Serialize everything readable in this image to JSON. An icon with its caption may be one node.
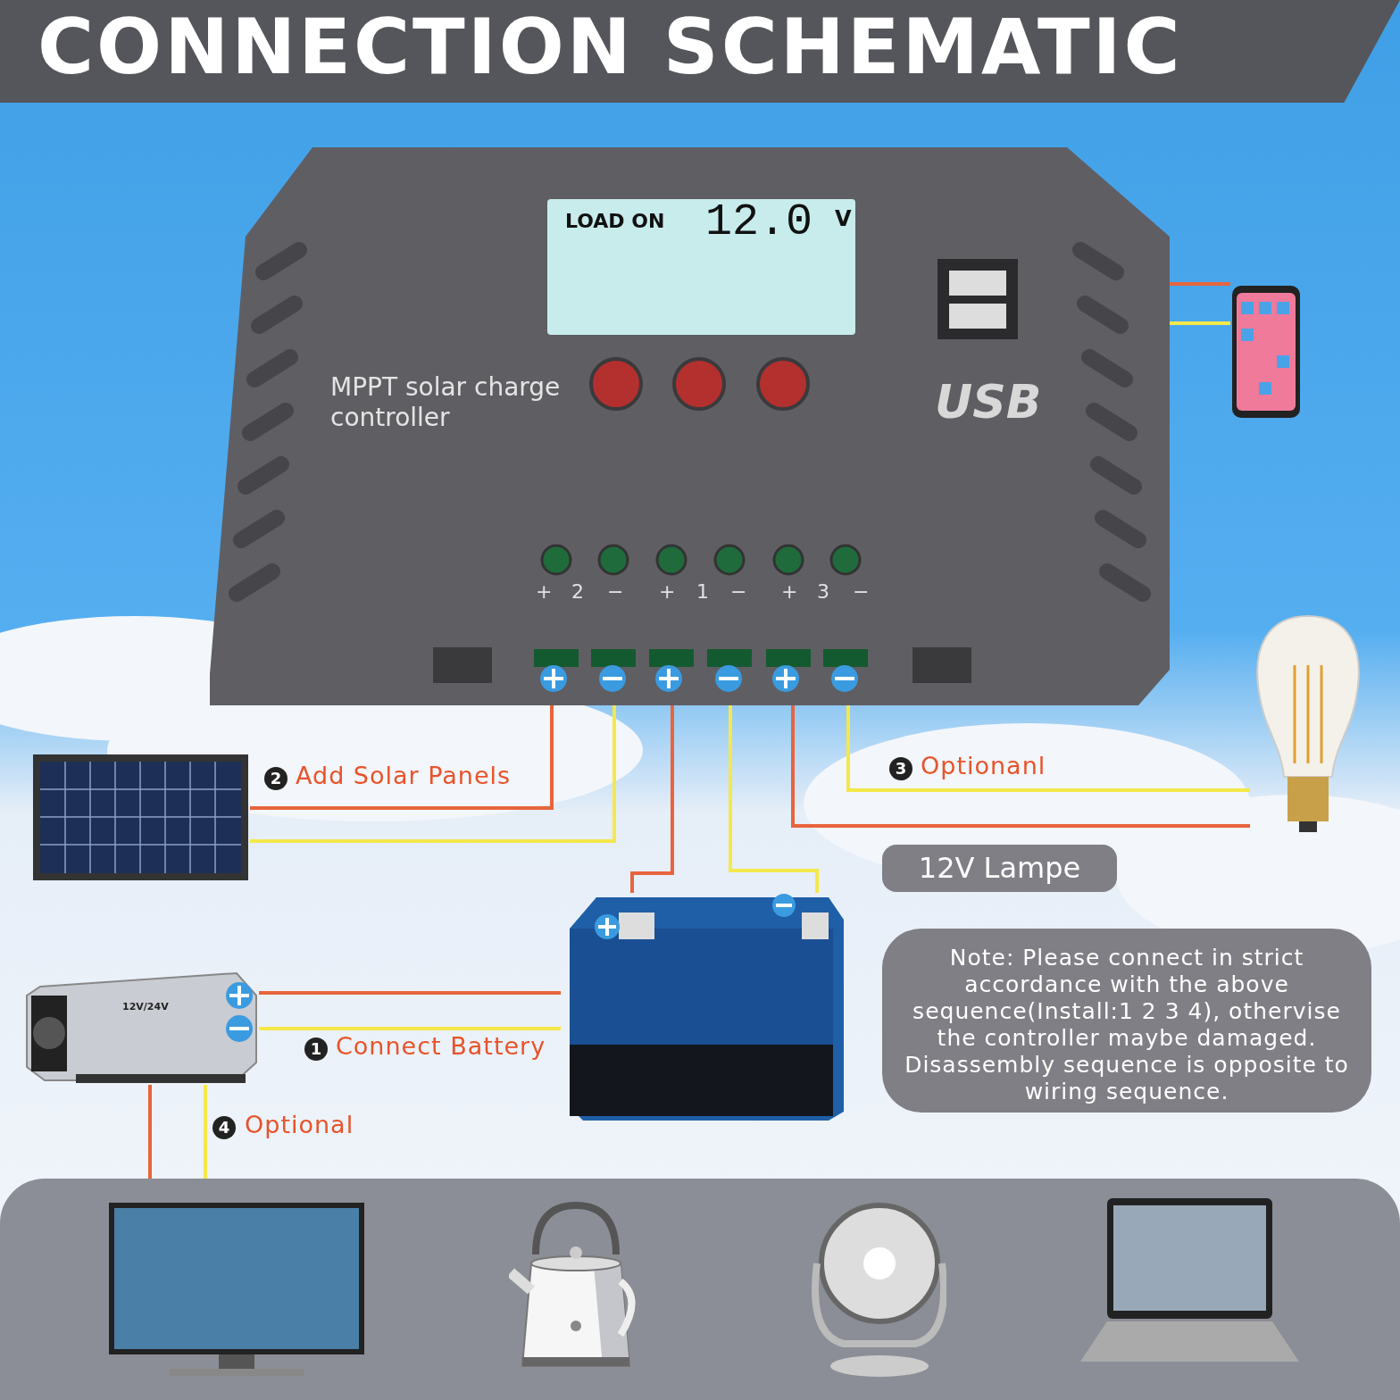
{
  "diagram": {
    "title": "CONNECTION SCHEMATIC",
    "nodes": [
      {
        "text": [
          "LOAD ON",
          "12.0",
          "V",
          "MPPT solar charge controller",
          "USB"
        ]
      },
      {
        "text": [],
        "shape": "picture"
      },
      {
        "text": [],
        "shape": "picture"
      },
      {
        "text": [],
        "shape": "picture"
      },
      {
        "text": [
          "12V Lampe"
        ]
      },
      {
        "text": [],
        "shape": "picture"
      },
      {
        "text": [
          "12V/24V"
        ]
      },
      {
        "text": [
          "Note: Please connect in strict accordance with the above sequence(Install:1 2 3 4), othervise the controller maybe damaged. Disassembly sequence is opposite to wiring sequence."
        ]
      },
      {
        "text": [],
        "shape": "box"
      },
      {
        "text": [],
        "shape": "picture",
        "in": 8
      },
      {
        "text": [],
        "shape": "picture",
        "in": 8
      },
      {
        "text": [],
        "shape": "picture",
        "in": 8
      },
      {
        "text": [],
        "shape": "picture",
        "in": 8
      }
    ],
    "edges": [
      {
        "from": 0,
        "to": 1,
        "arrow": "none",
        "color": "#e8643c"
      },
      {
        "from": 0,
        "to": 1,
        "arrow": "none",
        "color": "#f5e84a"
      },
      {
        "from": 0,
        "to": 3,
        "arrow": "none",
        "color": "#e8643c"
      },
      {
        "from": 0,
        "to": 3,
        "arrow": "none",
        "color": "#f5e84a"
      },
      {
        "from": 0,
        "to": 5,
        "arrow": "none",
        "color": "#e8643c"
      },
      {
        "from": 0,
        "to": 5,
        "arrow": "none",
        "color": "#f5e84a"
      },
      {
        "from": 0,
        "to": 2,
        "arrow": "none",
        "color": "#e8643c"
      },
      {
        "from": 0,
        "to": 2,
        "arrow": "none",
        "color": "#f5e84a"
      },
      {
        "from": 5,
        "to": 6,
        "arrow": "none",
        "color": "#e8643c"
      },
      {
        "from": 5,
        "to": 6,
        "arrow": "none",
        "color": "#f5e84a"
      },
      {
        "from": 6,
        "to": 8,
        "arrow": "none",
        "color": "#e8643c"
      },
      {
        "from": 6,
        "to": 8,
        "arrow": "none",
        "color": "#f5e84a"
      }
    ],
    "labels": [
      "+",
      "2",
      "−",
      "+",
      "1",
      "−",
      "+",
      "3",
      "−",
      "2",
      "Add Solar Panels",
      "3",
      "Optionanl",
      "1",
      "Connect Battery",
      "4",
      "Optional"
    ]
  }
}
